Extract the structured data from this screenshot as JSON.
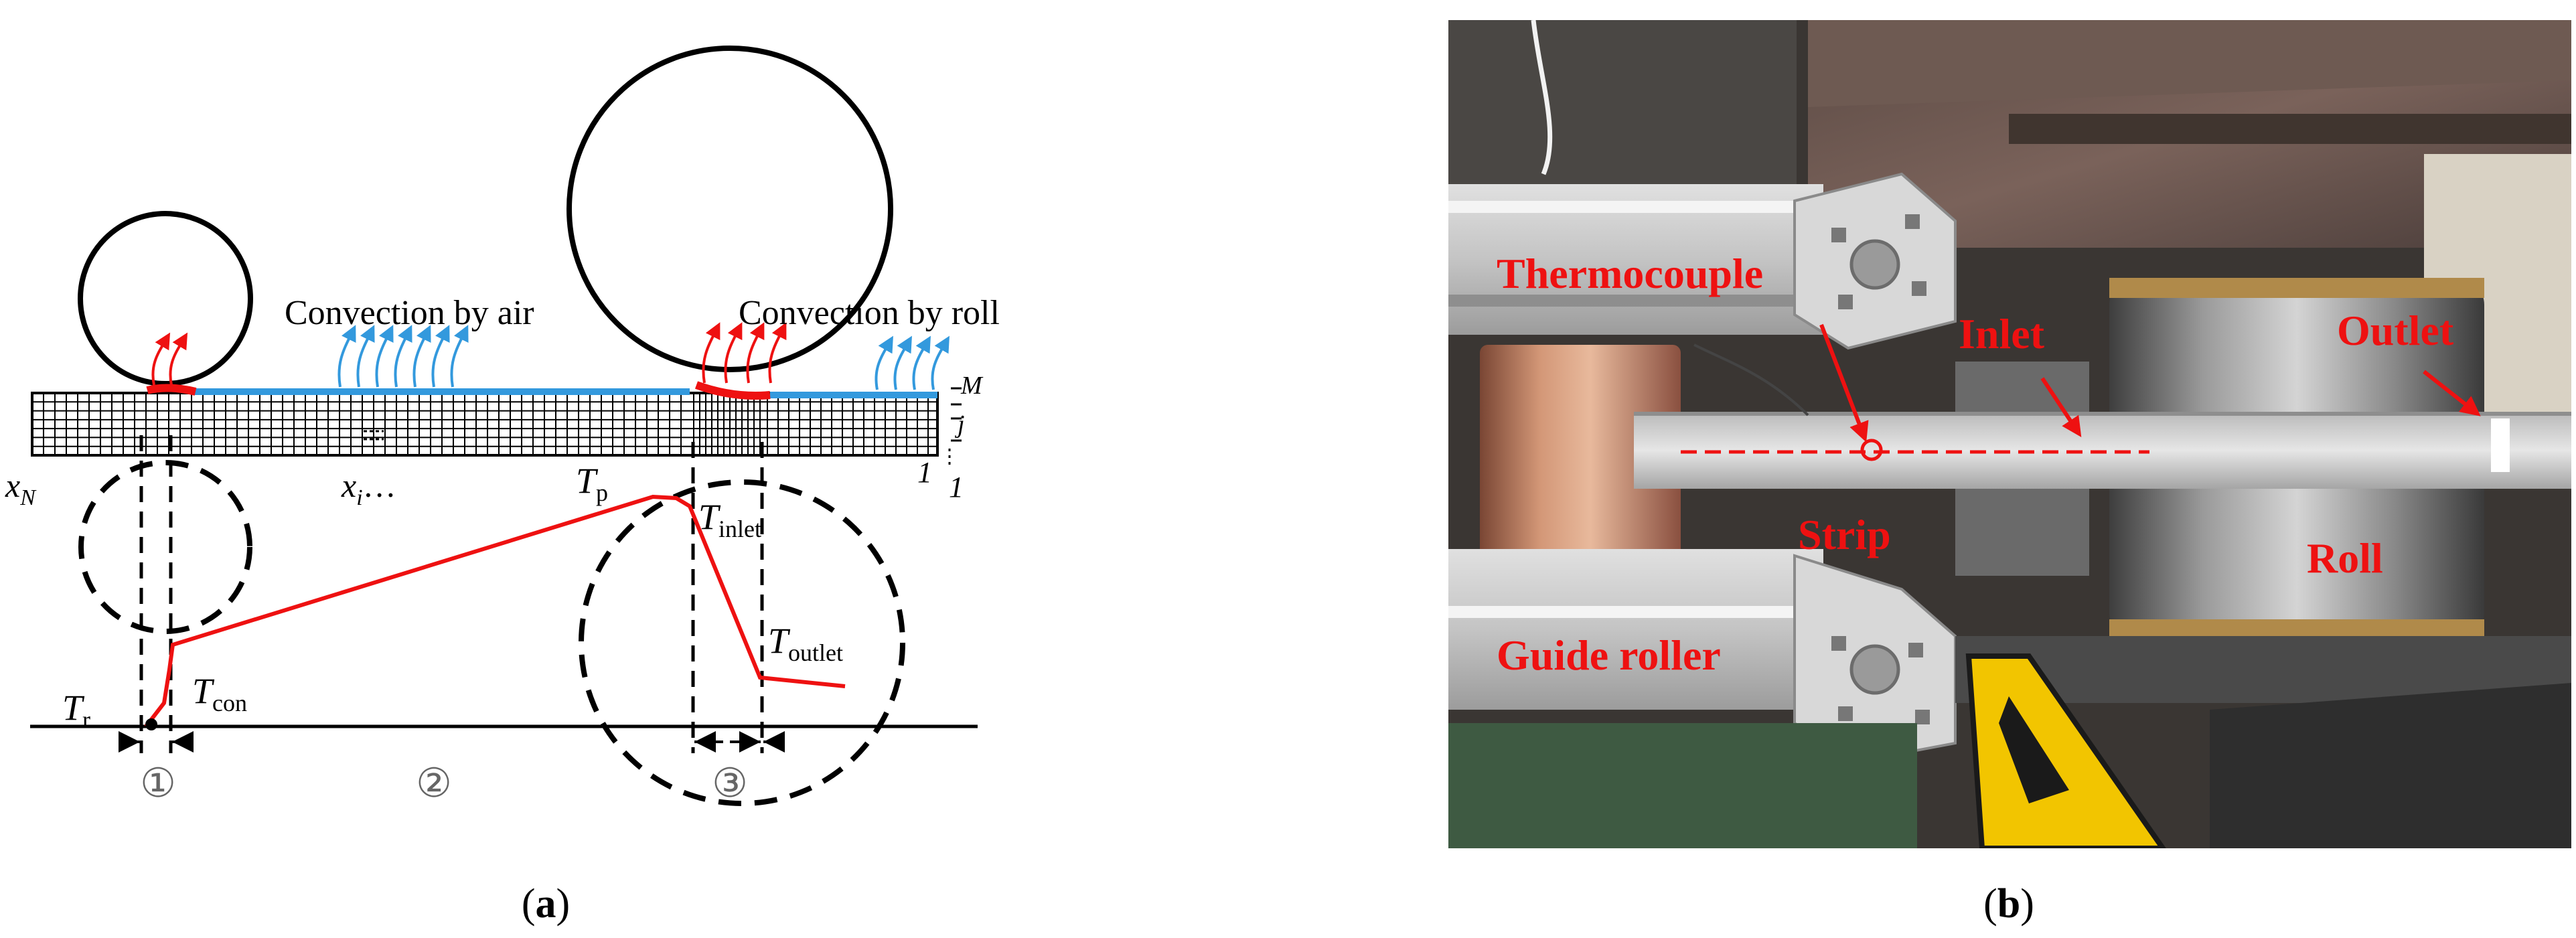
{
  "panel_a": {
    "caption_open": "(",
    "caption_letter": "a",
    "caption_close": ")",
    "convection_air": "Convection by air",
    "convection_roll": "Convection by roll",
    "mesh_M": "M",
    "mesh_j": "j",
    "mesh_one_a": "1",
    "mesh_one_b": "1",
    "x_N": "x",
    "x_N_sub": "N",
    "x_i": "x",
    "x_i_sub": "i",
    "x_i_dots": "…",
    "T_p": "T",
    "T_p_sub": "p",
    "T_inlet": "T",
    "T_inlet_sub": "inlet",
    "T_outlet": "T",
    "T_outlet_sub": "outlet",
    "T_r": "T",
    "T_r_sub": "r",
    "T_con": "T",
    "T_con_sub": "con",
    "zone_1": "①",
    "zone_2": "②",
    "zone_3": "③"
  },
  "panel_b": {
    "caption_open": "(",
    "caption_letter": "b",
    "caption_close": ")",
    "thermocouple": "Thermocouple",
    "inlet": "Inlet",
    "outlet": "Outlet",
    "strip": "Strip",
    "roll": "Roll",
    "guide_roller": "Guide roller"
  },
  "colors": {
    "temperature_curve": "#ee1111",
    "air_convection": "#3399dd",
    "photo_label": "#ee1111"
  }
}
